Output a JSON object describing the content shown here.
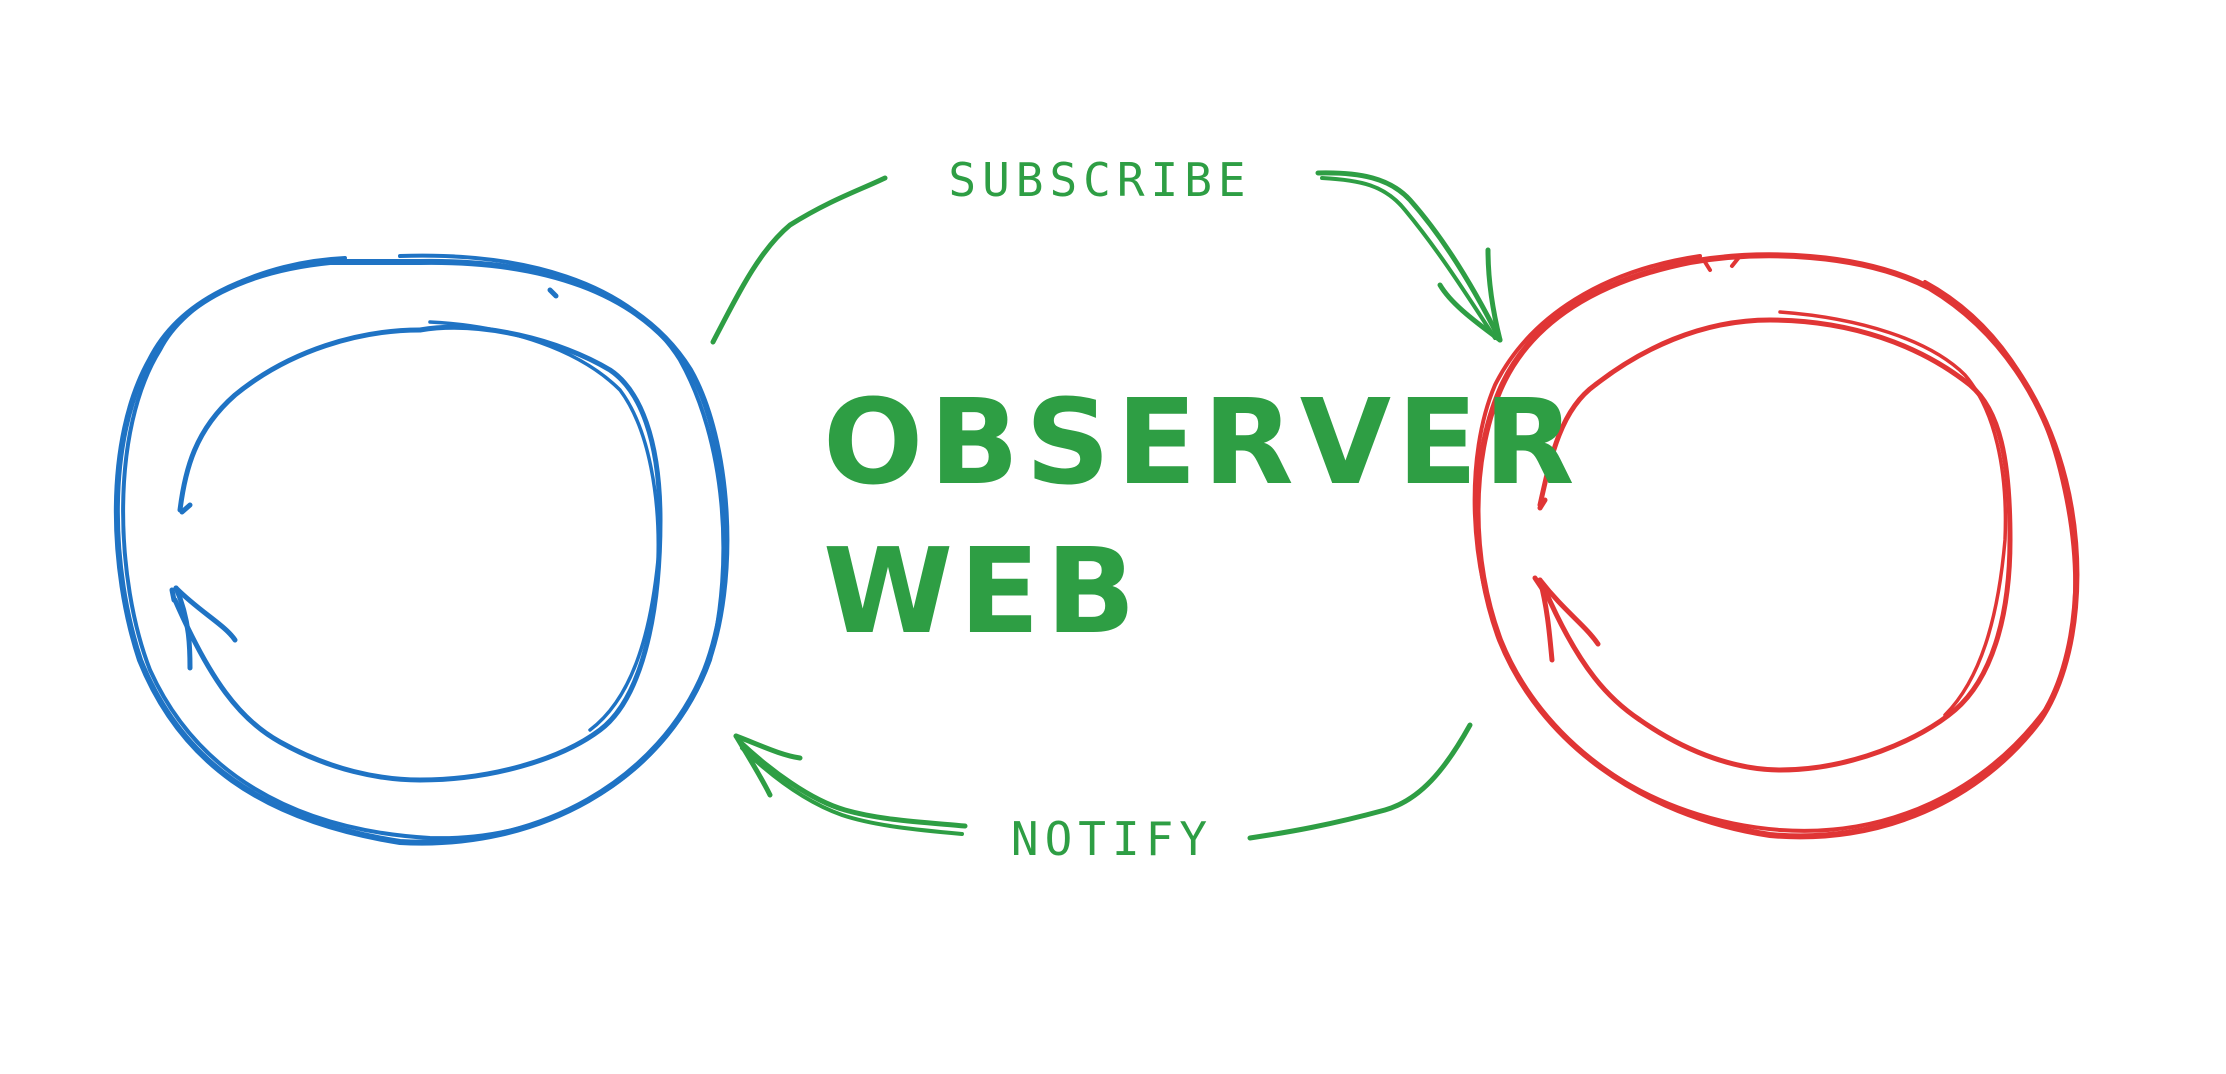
{
  "diagram": {
    "title_line1": "OBSERVER",
    "title_line2": "WEB",
    "subscribe_label": "SUBSCRIBE",
    "notify_label": "NOTIFY"
  },
  "colors": {
    "background": "#ffffff",
    "title": "#2e9e44",
    "arrows": "#2e9e44",
    "left_cycle": "#1f73c4",
    "right_cycle": "#e03535"
  },
  "icons": {
    "left": "cycle-arrows-icon",
    "right": "cycle-arrows-icon"
  }
}
